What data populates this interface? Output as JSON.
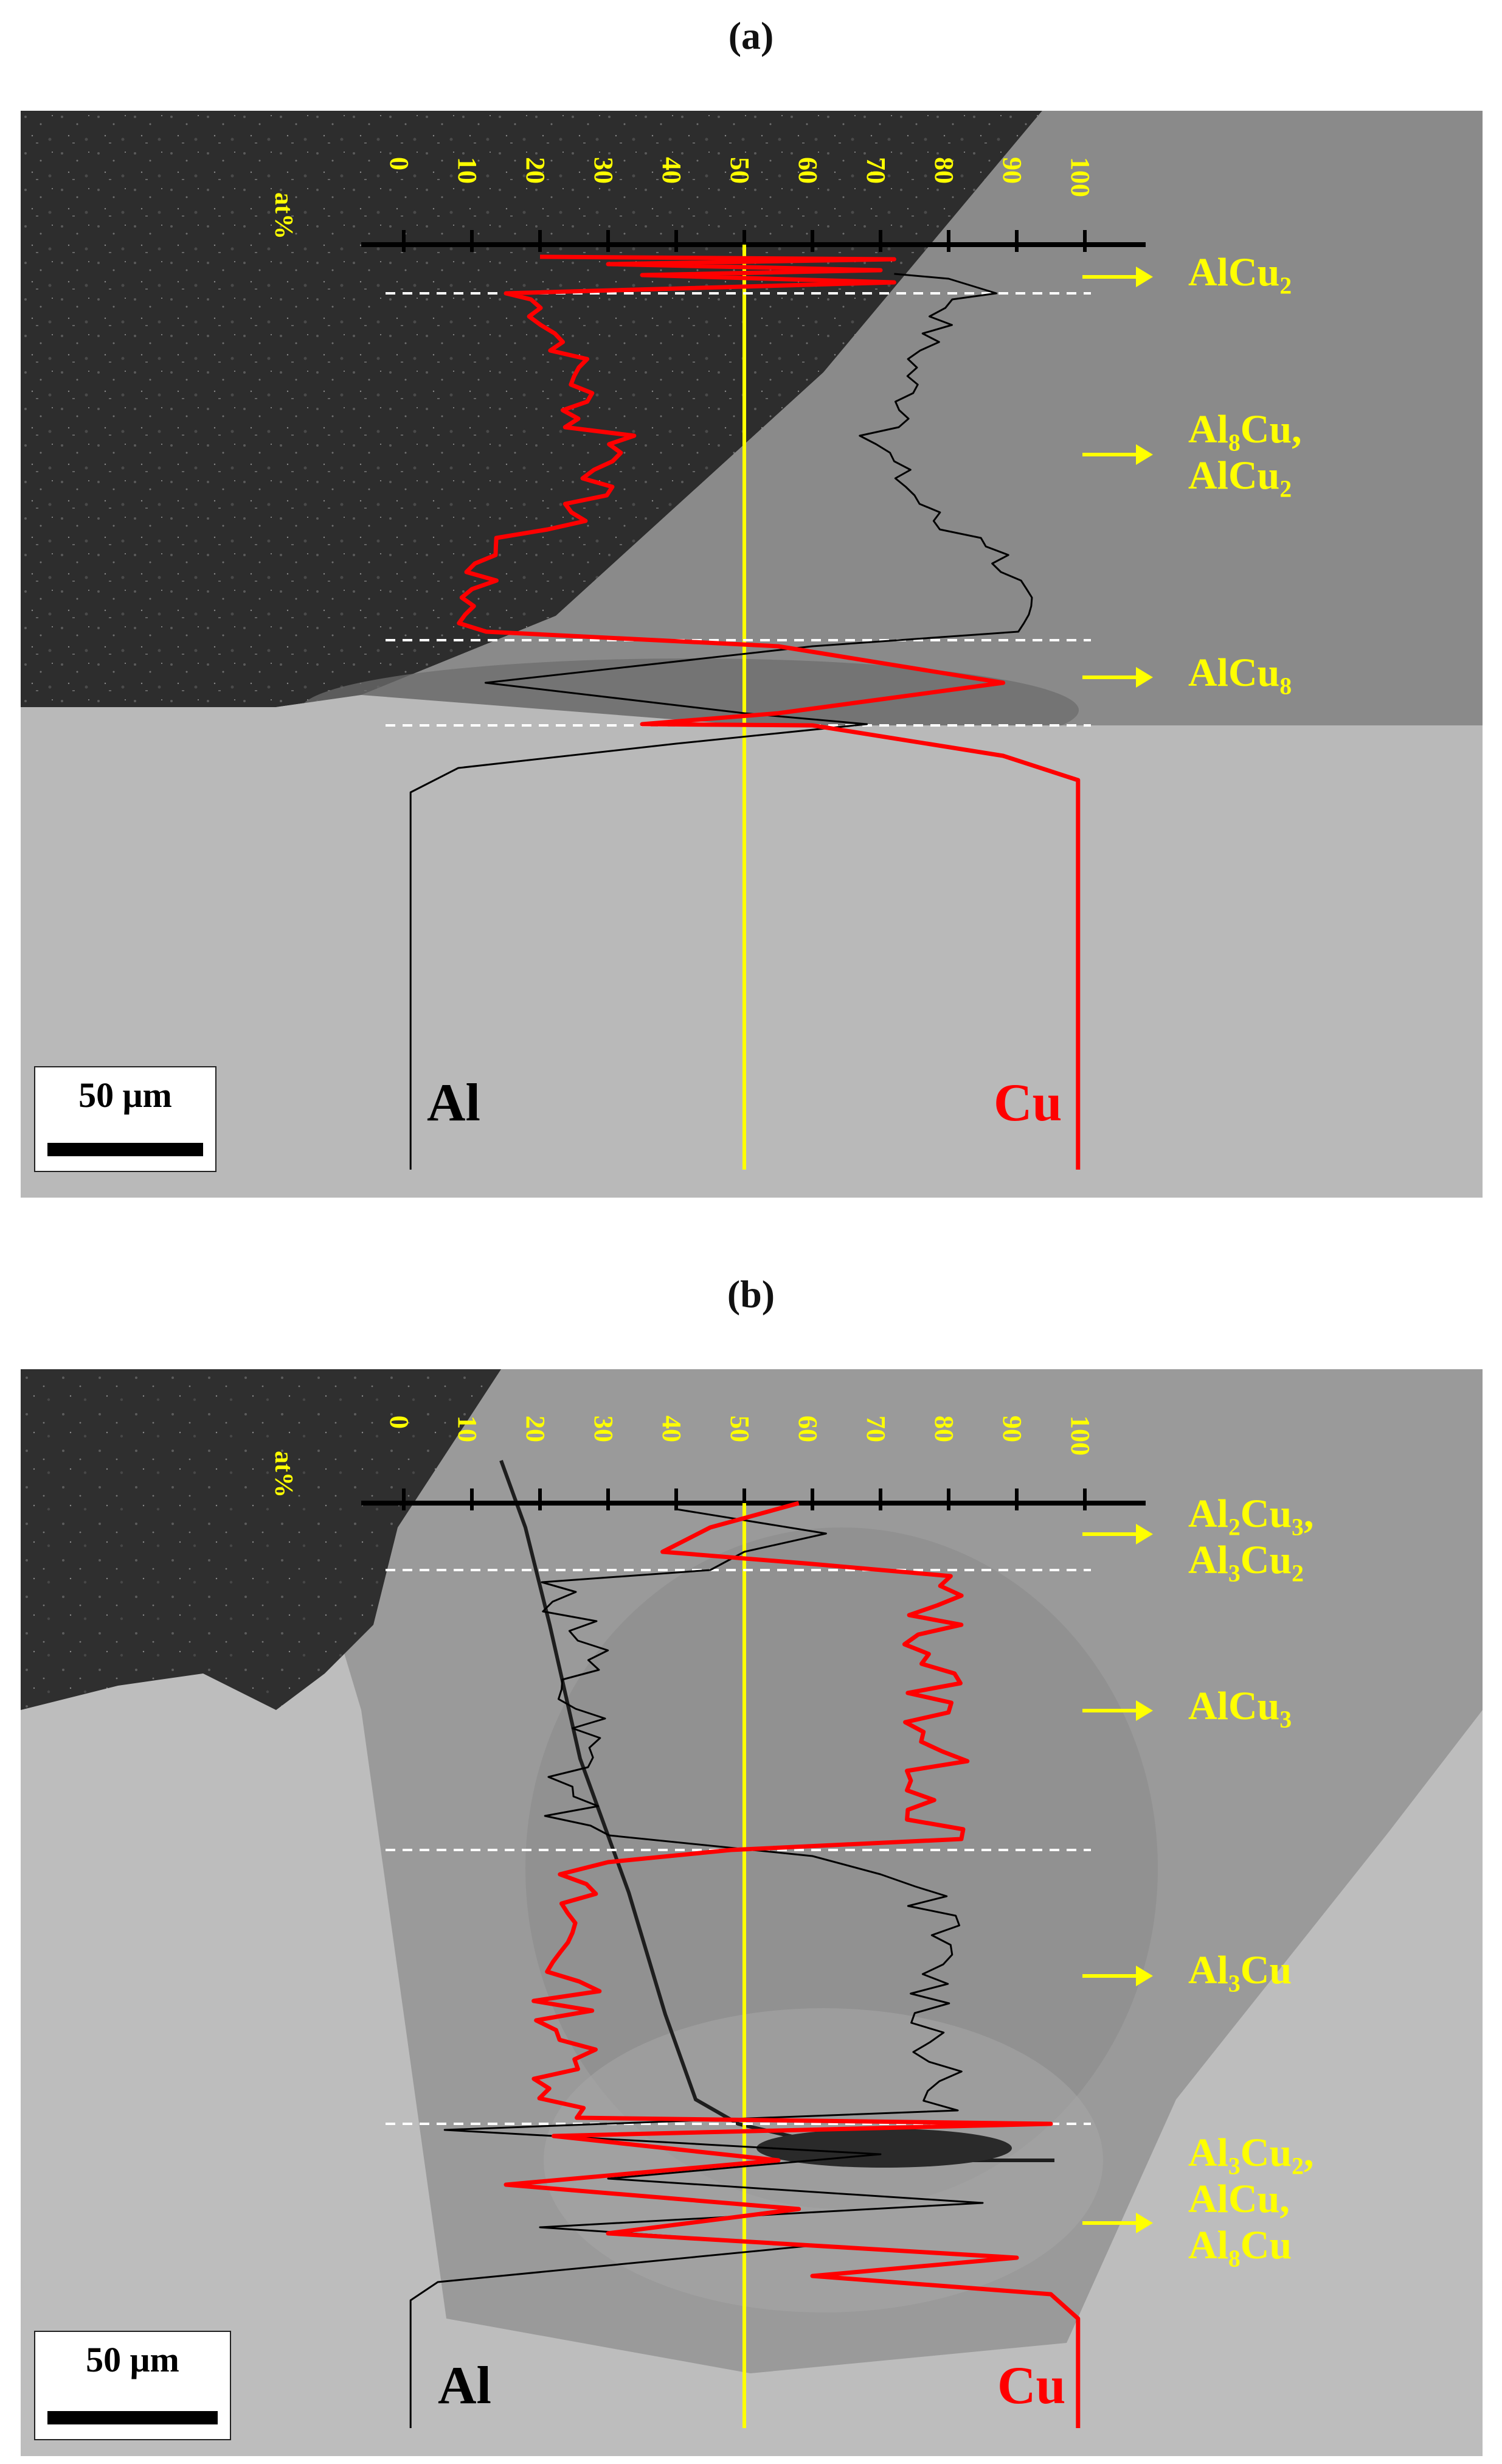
{
  "panels": [
    {
      "label": "(a)",
      "axis_unit": "at%",
      "axis_ticks": [
        "0",
        "10",
        "20",
        "30",
        "40",
        "50",
        "60",
        "70",
        "80",
        "90",
        "100"
      ],
      "element_left": "Al",
      "element_right": "Cu",
      "scale_bar": "50 μm",
      "phases": [
        {
          "name": "AlCu₂"
        },
        {
          "name": "Al₈Cu,\nAlCu₂"
        },
        {
          "name": "AlCu₈"
        }
      ]
    },
    {
      "label": "(b)",
      "axis_unit": "at%",
      "axis_ticks": [
        "0",
        "10",
        "20",
        "30",
        "40",
        "50",
        "60",
        "70",
        "80",
        "90",
        "100"
      ],
      "element_left": "Al",
      "element_right": "Cu",
      "scale_bar": "50 μm",
      "phases": [
        {
          "name": "Al₂Cu₃,\nAl₃Cu₂"
        },
        {
          "name": "AlCu₃"
        },
        {
          "name": "Al₃Cu"
        },
        {
          "name": "Al₃Cu₂,\nAlCu,\nAl₈Cu"
        }
      ]
    }
  ],
  "colors": {
    "al_profile": "#000000",
    "cu_profile": "#ff0000",
    "axis_labels": "#ffff00",
    "midline": "#ffff00"
  }
}
